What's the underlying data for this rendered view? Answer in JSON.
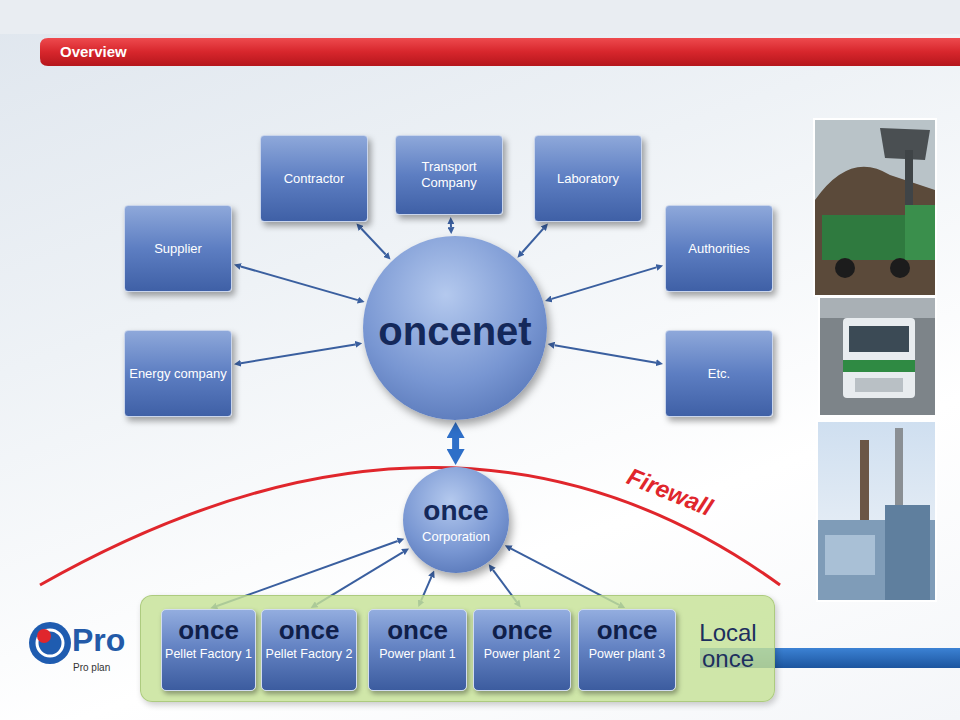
{
  "diagram": {
    "title": "Overview",
    "nodes": [
      {
        "text": [
          "Contractor"
        ]
      },
      {
        "text": [
          "Transport Company"
        ]
      },
      {
        "text": [
          "Laboratory"
        ]
      },
      {
        "text": [
          "Supplier"
        ]
      },
      {
        "text": [
          "Authorities"
        ]
      },
      {
        "text": [
          "Energy company"
        ]
      },
      {
        "text": [
          "Etc."
        ]
      },
      {
        "text": [
          "oncenet"
        ]
      },
      {
        "text": [
          "once",
          "Corporation"
        ]
      },
      {
        "text": [
          "Local once"
        ]
      },
      {
        "text": [
          "once",
          "Pellet Factory 1"
        ],
        "in": 9
      },
      {
        "text": [
          "once",
          "Pellet Factory 2"
        ],
        "in": 9
      },
      {
        "text": [
          "once",
          "Power plant 1"
        ],
        "in": 9
      },
      {
        "text": [
          "once",
          "Power plant 2"
        ],
        "in": 9
      },
      {
        "text": [
          "once",
          "Power plant 3"
        ],
        "in": 9
      }
    ],
    "edges": [
      {
        "from": 7,
        "to": 0,
        "arrow": "both"
      },
      {
        "from": 7,
        "to": 1,
        "arrow": "both"
      },
      {
        "from": 7,
        "to": 2,
        "arrow": "both"
      },
      {
        "from": 7,
        "to": 3,
        "arrow": "both"
      },
      {
        "from": 7,
        "to": 4,
        "arrow": "both"
      },
      {
        "from": 7,
        "to": 5,
        "arrow": "both"
      },
      {
        "from": 7,
        "to": 6,
        "arrow": "both"
      },
      {
        "from": 7,
        "to": 8,
        "arrow": "both"
      },
      {
        "from": 8,
        "to": 10,
        "arrow": "both"
      },
      {
        "from": 8,
        "to": 11,
        "arrow": "both"
      },
      {
        "from": 8,
        "to": 12,
        "arrow": "both"
      },
      {
        "from": 8,
        "to": 13,
        "arrow": "both"
      },
      {
        "from": 8,
        "to": 14,
        "arrow": "both"
      }
    ],
    "labels": [
      "Firewall",
      "Pro",
      "Pro plan"
    ]
  }
}
